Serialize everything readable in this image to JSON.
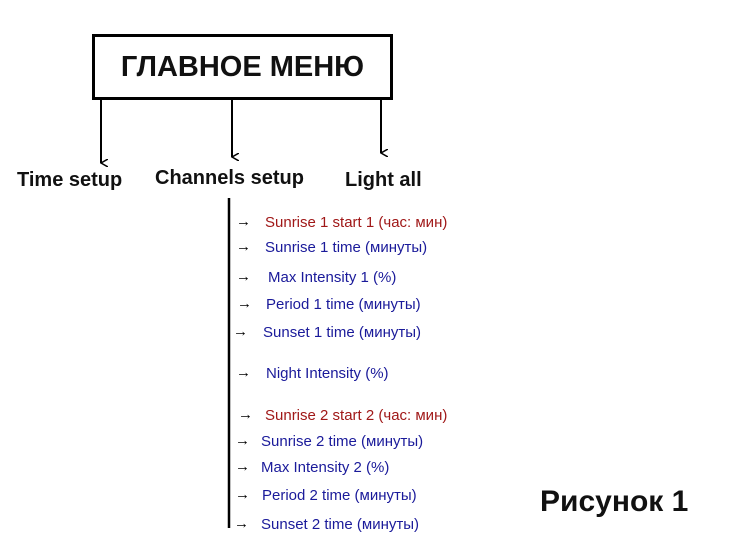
{
  "main_menu": {
    "title": "ГЛАВНОЕ МЕНЮ"
  },
  "submenus": [
    {
      "label": "Time setup"
    },
    {
      "label": "Channels setup"
    },
    {
      "label": "Light all"
    }
  ],
  "channels_items": [
    {
      "label": "Sunrise 1 start 1 (час: мин)",
      "color": "#a01818"
    },
    {
      "label": "Sunrise 1 time (минуты)",
      "color": "#1a1a9a"
    },
    {
      "label": "Max Intensity 1 (%)",
      "color": "#1a1a9a"
    },
    {
      "label": "Period 1 time (минуты)",
      "color": "#1a1a9a"
    },
    {
      "label": "Sunset 1 time (минуты)",
      "color": "#1a1a9a"
    },
    {
      "label": "Night Intensity (%)",
      "color": "#1a1a9a"
    },
    {
      "label": "Sunrise 2 start 2 (час: мин)",
      "color": "#a01818"
    },
    {
      "label": "Sunrise 2 time (минуты)",
      "color": "#1a1a9a"
    },
    {
      "label": "Max Intensity 2 (%)",
      "color": "#1a1a9a"
    },
    {
      "label": "Period 2 time (минуты)",
      "color": "#1a1a9a"
    },
    {
      "label": "Sunset 2 time (минуты)",
      "color": "#1a1a9a"
    }
  ],
  "figure_label": "Рисунок 1"
}
